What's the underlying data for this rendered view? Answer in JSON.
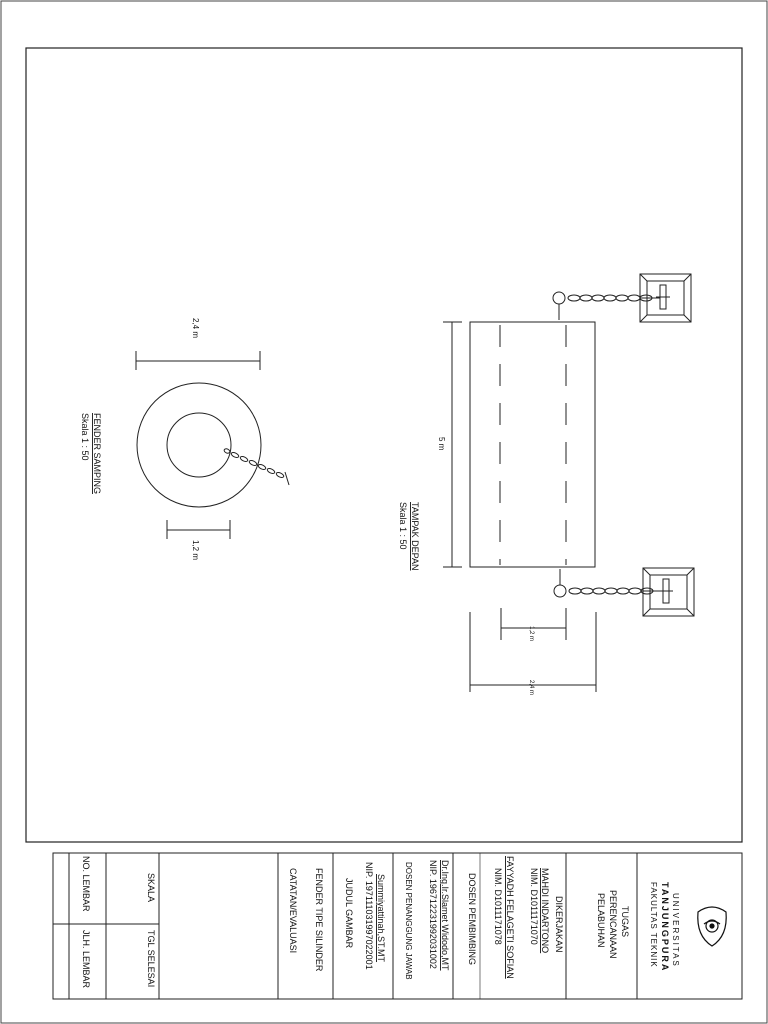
{
  "drawing": {
    "left_view": {
      "title": "FENDER SAMPING",
      "scale": "Skala 1 : 50",
      "dim_outer": "2,4 m",
      "dim_inner": "1,2 m"
    },
    "front_view": {
      "title": "TAMPAK DEPAN",
      "scale": "Skala 1 : 50",
      "dim_length": "5 m",
      "dim_small": "1,2 m",
      "dim_large": "2,4 m"
    }
  },
  "title_block": {
    "university": {
      "line1": "UNIVERSITAS",
      "line2": "TANJUNGPURA",
      "line3": "FAKULTAS TEKNIK"
    },
    "course": {
      "line1": "TUGAS",
      "line2": "PERENCANAAN",
      "line3": "PELABUHAN"
    },
    "prepared_by_label": "DIKERJAKAN",
    "author1_name": "MAHDI INDARTONO",
    "author1_id": "NIM. D1011171070",
    "author2_name": "FAYYADH FELAGETI SOFIAN",
    "author2_id": "NIM. D1011171078",
    "supervisor_label": "DOSEN PEMBIMBING",
    "supervisor_name": "Dr.Ing.Ir.Slamet Widodo,MT",
    "supervisor_nip": "NIP. 196712231992031002",
    "lecturer_label": "DOSEN PENANGGUNG JAWAB",
    "lecturer_name": "Summiyattinah,ST.MT",
    "lecturer_nip": "NIP. 197111031997022001",
    "drawing_title_label": "JUDUL GAMBAR",
    "drawing_title": "FENDER TIPE SILINDER",
    "notes_label": "CATATAN/EVALUASI",
    "scale_label": "SKALA",
    "date_label": "TGL SELESAI",
    "sheet_no_label": "NO. LEMBAR",
    "sheet_total_label": "JLH. LEMBAR"
  }
}
